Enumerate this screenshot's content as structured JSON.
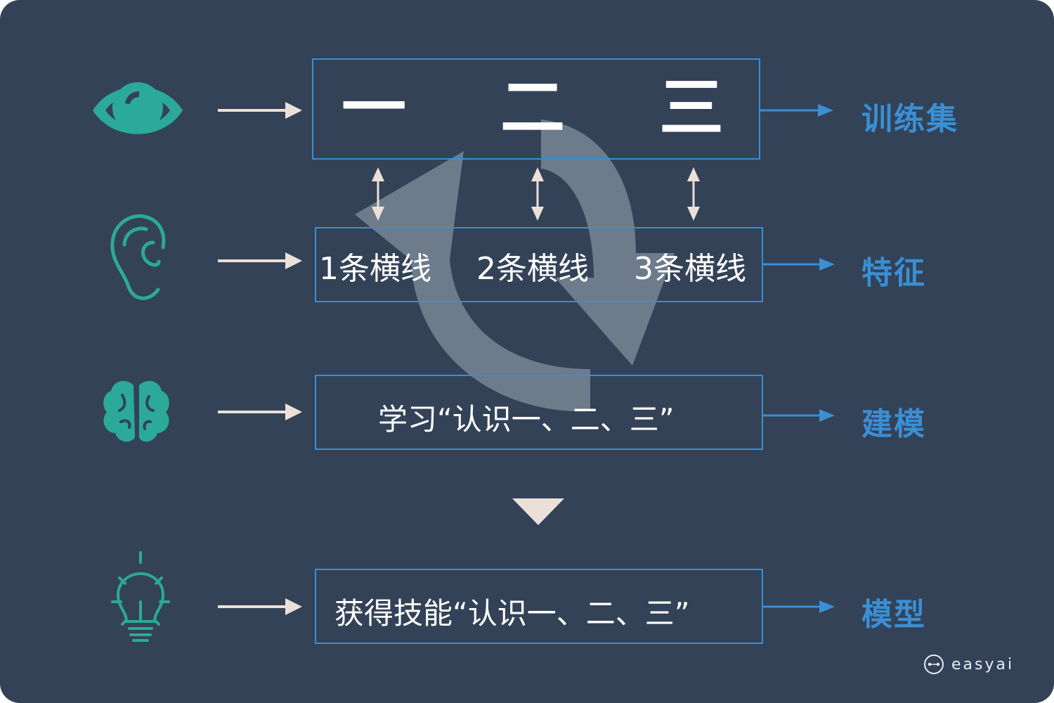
{
  "colors": {
    "background": "#334257",
    "box_border": "#3a8fd4",
    "label": "#3a8fd4",
    "icon": "#2ba99b",
    "arrow_light": "#ebe0d8",
    "arrow_blue": "#3a8fd4",
    "cycle_overlay": "#8c98a6"
  },
  "rows": [
    {
      "icon": "eye-icon",
      "characters": [
        "一",
        "二",
        "三"
      ],
      "label": "训练集"
    },
    {
      "icon": "ear-icon",
      "items": [
        "1条横线",
        "2条横线",
        "3条横线"
      ],
      "label": "特征"
    },
    {
      "icon": "brain-icon",
      "text": "学习“认识一、二、三”",
      "label": "建模"
    },
    {
      "icon": "lightbulb-icon",
      "text": "获得技能“认识一、二、三”",
      "label": "模型"
    }
  ],
  "brand": {
    "icon": "easyai-logo-icon",
    "text": "easyai"
  }
}
